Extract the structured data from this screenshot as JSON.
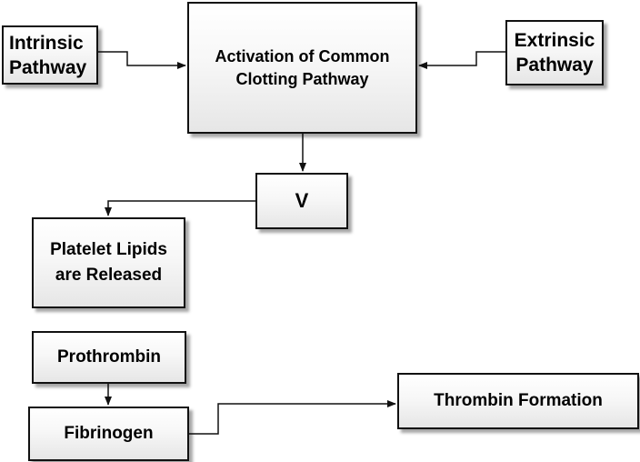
{
  "nodes": {
    "intrinsic": "Intrinsic\nPathway",
    "common": "Activation of Common\nClotting Pathway",
    "extrinsic": "Extrinsic\nPathway",
    "v": "V",
    "platelet": "Platelet Lipids\nare Released",
    "prothrombin": "Prothrombin",
    "fibrinogen": "Fibrinogen",
    "thrombin": "Thrombin Formation"
  },
  "edges": [
    {
      "from": "intrinsic",
      "to": "common"
    },
    {
      "from": "extrinsic",
      "to": "common"
    },
    {
      "from": "common",
      "to": "v"
    },
    {
      "from": "v",
      "to": "platelet"
    },
    {
      "from": "prothrombin",
      "to": "fibrinogen"
    },
    {
      "from": "fibrinogen",
      "to": "thrombin"
    }
  ],
  "colors": {
    "border": "#111111",
    "text": "#000000",
    "connector": "#111111"
  }
}
